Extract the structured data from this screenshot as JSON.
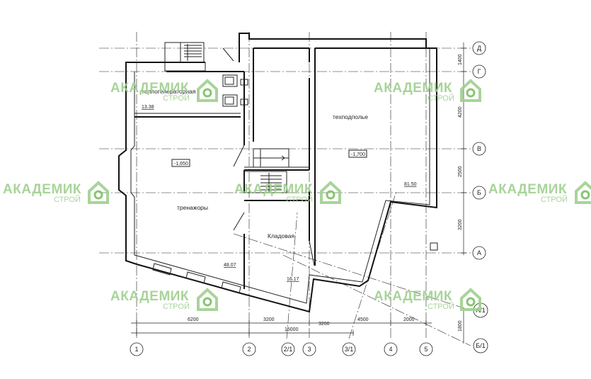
{
  "watermark": {
    "brand": "АКАДЕМИК",
    "sub": "СТРОЙ",
    "color": "#9fd08f",
    "accent": "#7cbf63",
    "logo": "house-logo"
  },
  "rooms": {
    "boiler": "теплогенераторная",
    "techfloor": "техподполье",
    "trenazhory": "тренажоры",
    "storage": "Кладовая"
  },
  "areas": {
    "boiler": "13.38",
    "techfloor": "81.50",
    "trenazhory": "48.07",
    "storage": "16.17"
  },
  "levels": {
    "main": "-1,650",
    "techfloor": "-1,700"
  },
  "axes_vertical": [
    "1",
    "2",
    "2/1",
    "3",
    "3/1",
    "4",
    "5"
  ],
  "axes_horizontal": [
    "Д",
    "Г",
    "В",
    "Б",
    "А",
    "А/1",
    "Б/1"
  ],
  "dims_bottom": [
    "6200",
    "3200",
    "3200",
    "4500",
    "2000"
  ],
  "dim_total": "15000",
  "dims_right": [
    "1400",
    "4200",
    "2500",
    "3200"
  ],
  "dim_diag": "1800"
}
